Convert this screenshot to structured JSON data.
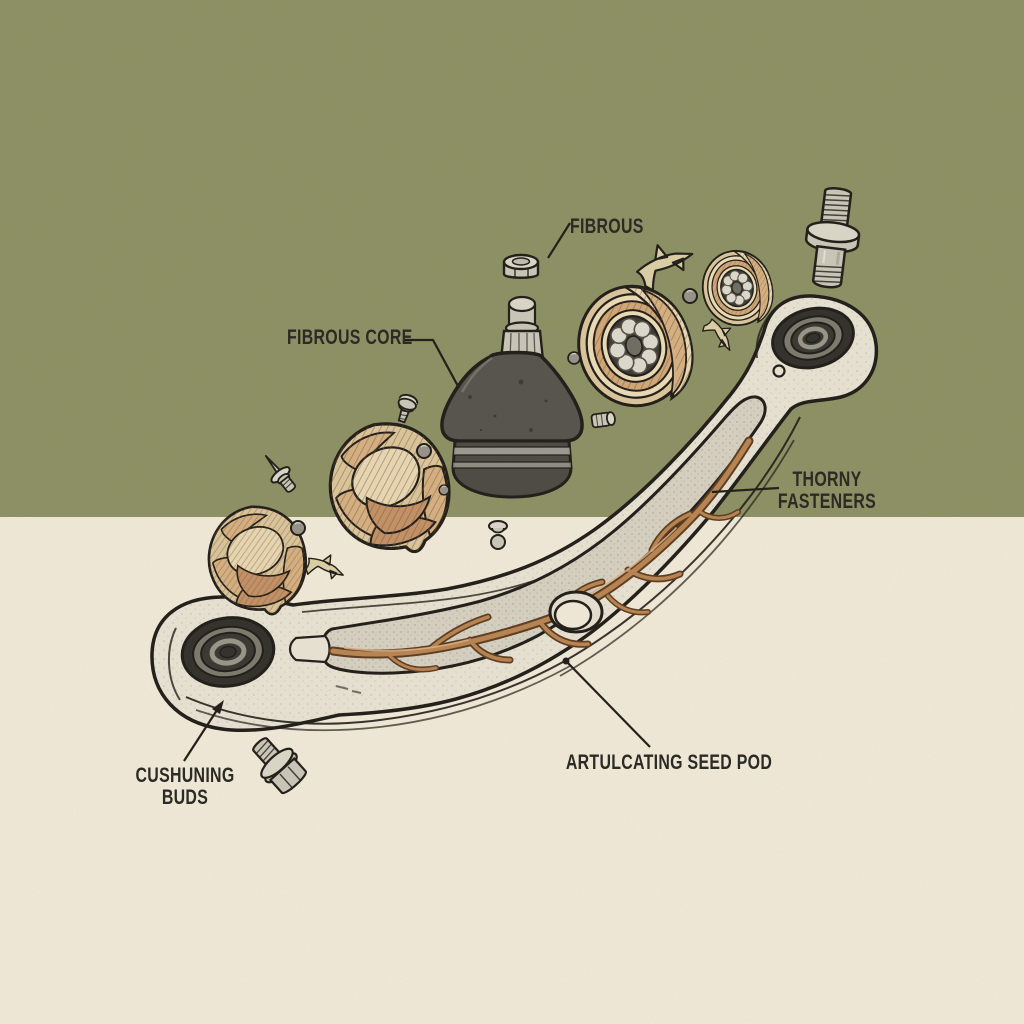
{
  "labels": {
    "fibrous": "FIBROUS",
    "fibrous_core": "FIBROUS CORE",
    "thorny_line1": "THORNY",
    "thorny_line2": "FASTENERS",
    "articulating_seed_pod": "ARTULCATING SEED POD",
    "cushioning_line1": "CUSHUNING",
    "cushioning_line2": "BUDS"
  },
  "parts": [
    "hex-cap-nut",
    "ball-stud",
    "fibrous-core-boot",
    "large-bearing-seed-pod",
    "small-bearing-seed-pod",
    "bud-pod-large",
    "bud-pod-small",
    "thorn-branch",
    "flanged-bolt",
    "flanged-hex-bolt",
    "small-screw",
    "pin-fastener",
    "rivet",
    "berry-ball",
    "articulating-seed-pod-arm",
    "cushioning-bud-bushing"
  ],
  "colors": {
    "bg-green": "#8d9265",
    "bg-cream": "#f1ead8",
    "ink": "#221f1a",
    "text": "#2b2a25",
    "arm-fill": "#e9e3d3",
    "arm-inner": "#d7d1c2",
    "root-dark": "#5e3e22",
    "root-mid": "#b98552",
    "root-light": "#dcb084",
    "boot": "#57554e",
    "boot-dark": "#4e4c45",
    "boot-band": "#a6a399",
    "metal": "#cbc7b9",
    "metal-light": "#dbd7c9",
    "metal-dark": "#969181",
    "pod-base": "#dcc69c",
    "pod-petal-light": "#e9d8b4",
    "pod-petal-mid": "#d6b183",
    "pod-petal-dark": "#c49267",
    "bearing-cream": "#ecdcb7",
    "bearing-tan": "#d2a878",
    "cage": "#3e3c36",
    "ball": "#dedacd",
    "bushing-dark": "#34322c",
    "bushing-gray": "#7d7a6f",
    "bushing-inner": "#3b3933",
    "bushing-ring": "#9a9789",
    "thorn-fill": "#ddd0a6",
    "berry": "#98948a"
  }
}
